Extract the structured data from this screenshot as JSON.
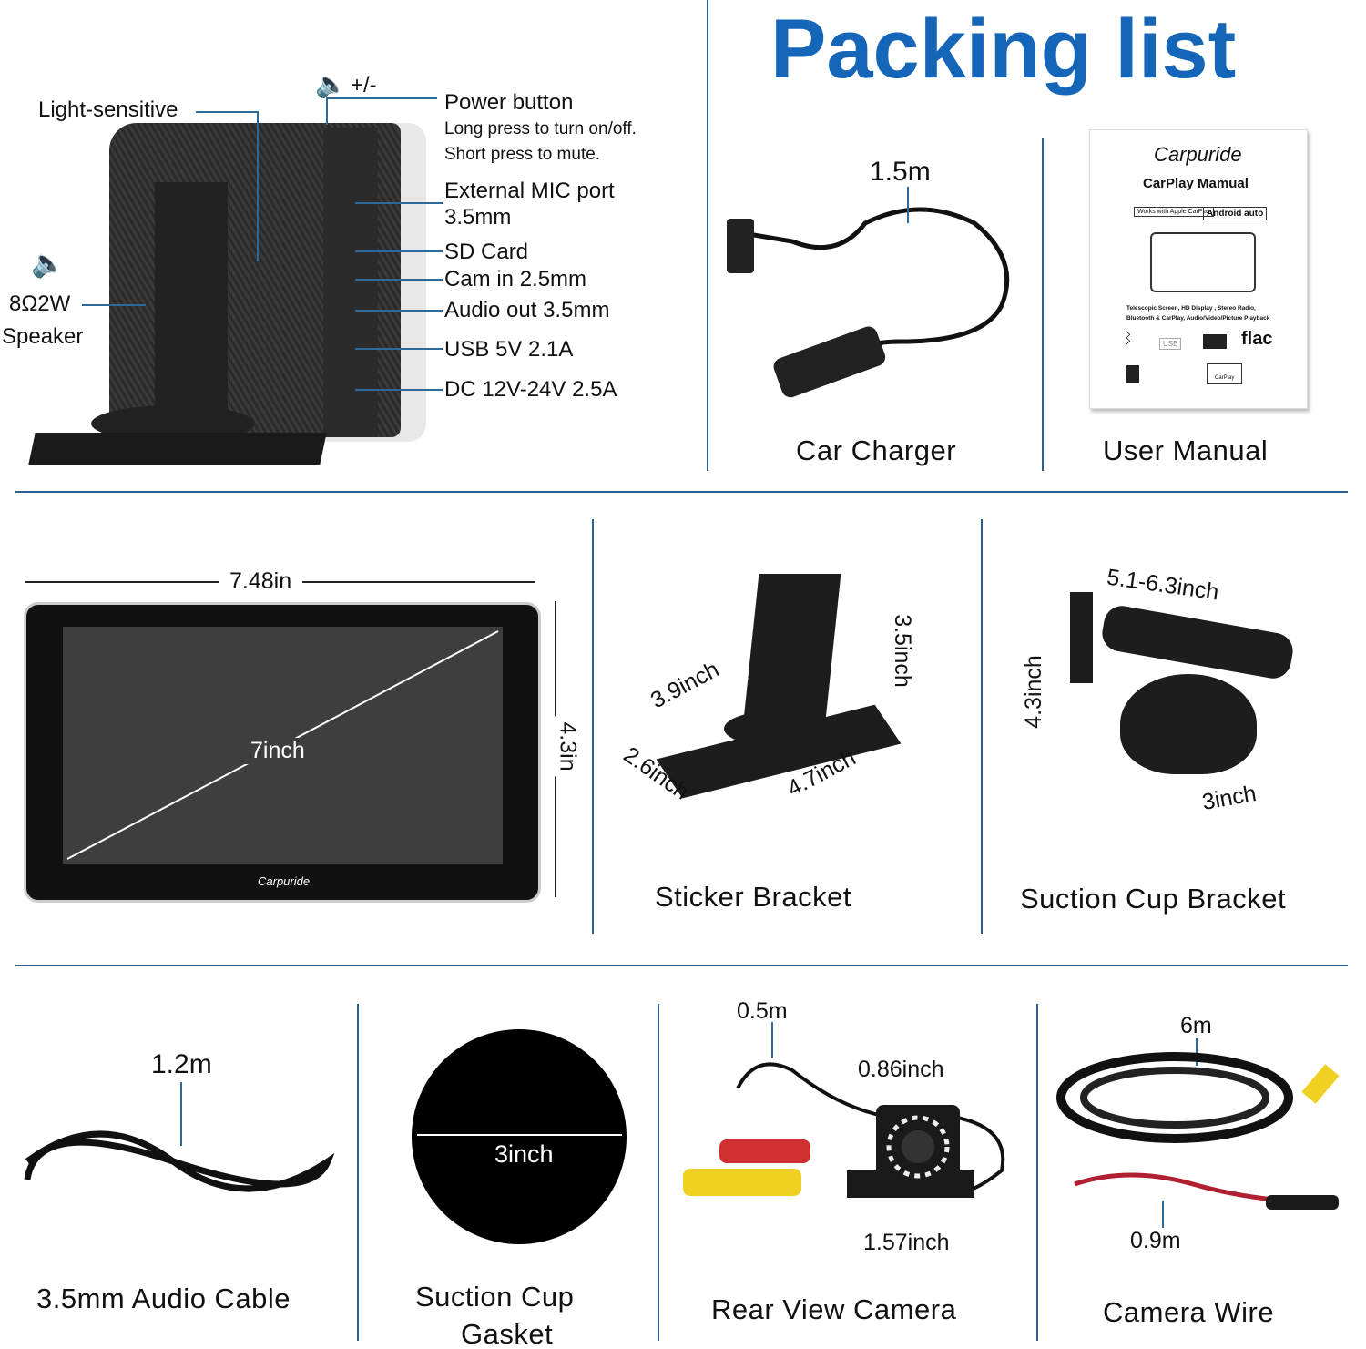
{
  "title": "Packing list",
  "colors": {
    "title": "#1565b8",
    "divider": "#2c5f8e"
  },
  "device_callouts": {
    "volume": "+/-",
    "light_sensitive": "Light-sensitive",
    "power_button": "Power button",
    "power_desc1": "Long press to turn on/off.",
    "power_desc2": "Short press to mute.",
    "mic": "External MIC port",
    "mic_size": "3.5mm",
    "sd": "SD Card",
    "cam": "Cam in 2.5mm",
    "audio": "Audio out 3.5mm",
    "usb": "USB 5V 2.1A",
    "dc": "DC 12V-24V 2.5A",
    "speaker_spec": "8Ω2W",
    "speaker": "Speaker"
  },
  "items": {
    "car_charger": {
      "label": "Car Charger",
      "length": "1.5m"
    },
    "user_manual": {
      "label": "User Manual",
      "brand": "Carpuride",
      "title": "CarPlay Mamual",
      "badge1": "Apple CarPlay",
      "badge1_small": "Works with",
      "badge2": "Android auto",
      "features1": "Telescopic Screen, HD Display , Stereo Radio,",
      "features2": "Bluetooth & CarPlay, Audio/Video/Picture Playback",
      "usb": "USB",
      "flac": "flac",
      "carplay": "CarPlay"
    },
    "screen": {
      "width": "7.48in",
      "height": "4.3in",
      "diagonal": "7inch",
      "brand": "Carpuride"
    },
    "sticker_bracket": {
      "label": "Sticker Bracket",
      "d1": "3.9inch",
      "d2": "2.6inch",
      "d3": "4.7inch",
      "d4": "3.5inch"
    },
    "suction_bracket": {
      "label": "Suction Cup Bracket",
      "d1": "5.1-6.3inch",
      "d2": "4.3inch",
      "d3": "3inch"
    },
    "audio_cable": {
      "label": "3.5mm Audio Cable",
      "length": "1.2m"
    },
    "gasket": {
      "label1": "Suction Cup",
      "label2": "Gasket",
      "diameter": "3inch"
    },
    "camera": {
      "label": "Rear View Camera",
      "cable": "0.5m",
      "width": "0.86inch",
      "height": "1.57inch"
    },
    "camera_wire": {
      "label": "Camera Wire",
      "length": "6m",
      "power": "0.9m"
    }
  }
}
